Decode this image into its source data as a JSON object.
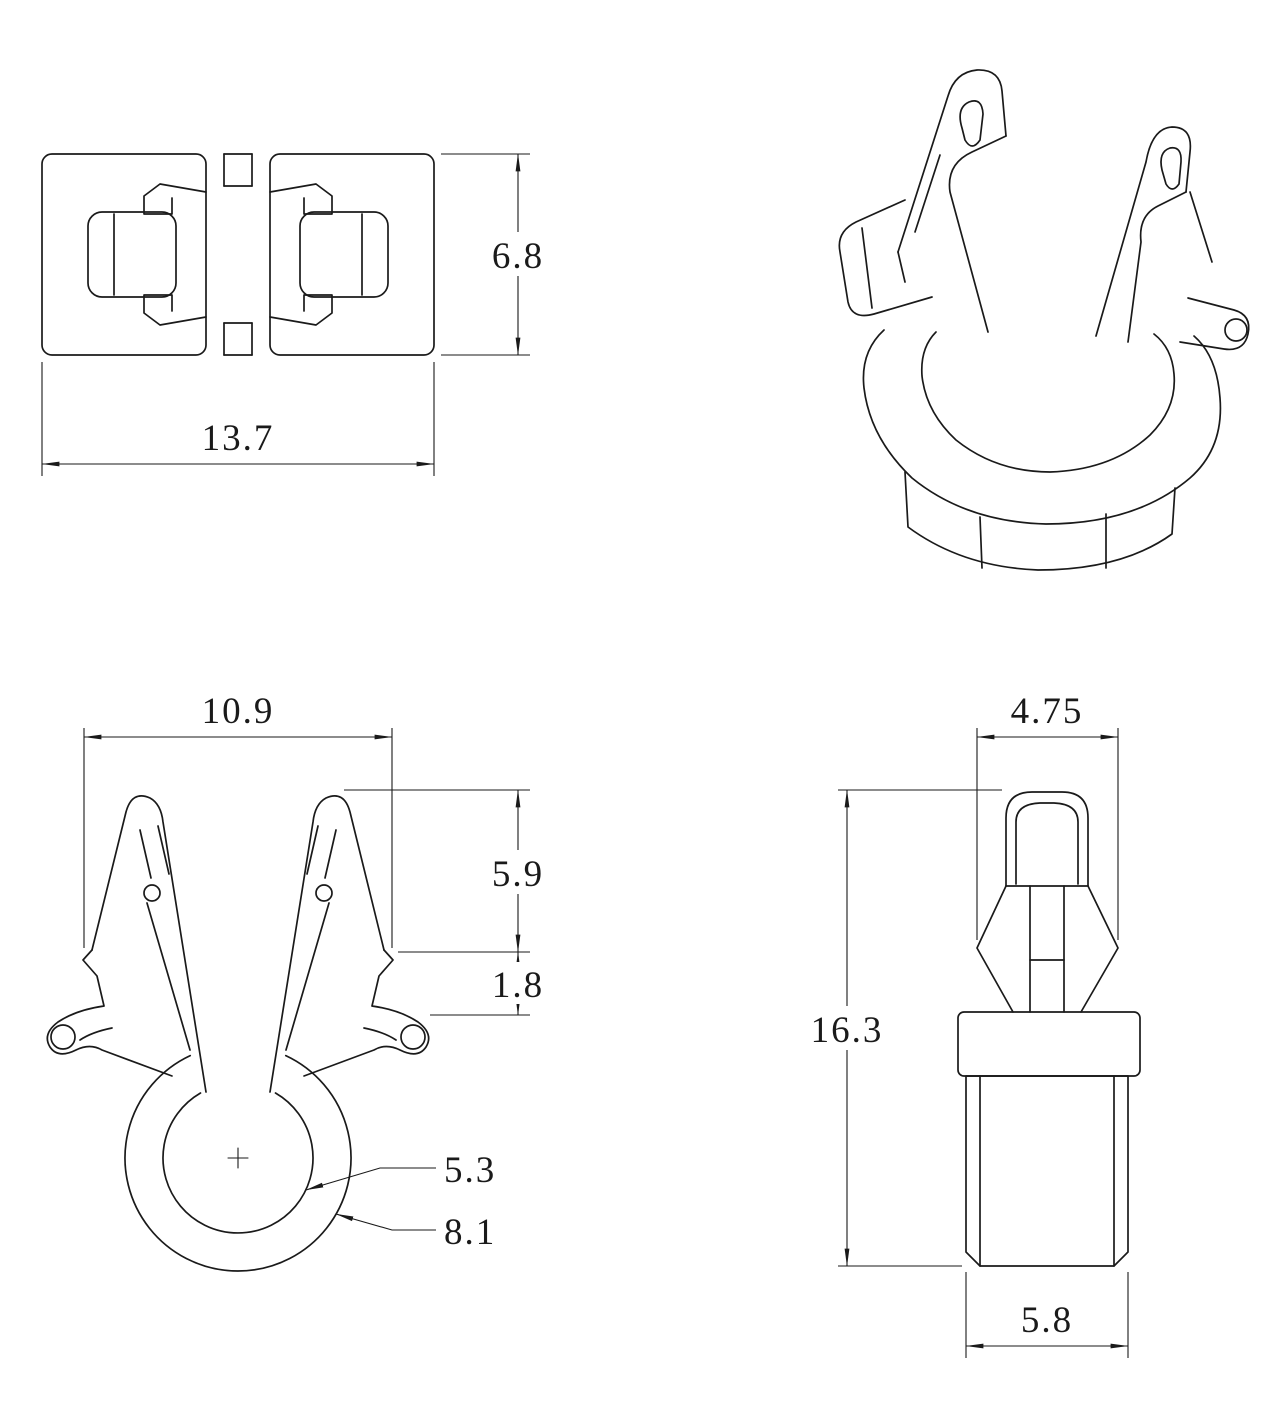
{
  "drawing": {
    "background": "#ffffff",
    "line_color": "#1a1a1a",
    "views": {
      "top": {
        "dim_width": "13.7",
        "dim_height": "6.8"
      },
      "front": {
        "dim_width": "10.9",
        "dim_prong_height": "5.9",
        "dim_barb_drop": "1.8",
        "dim_inner_diameter": "5.3",
        "dim_outer_diameter": "8.1"
      },
      "side": {
        "dim_head_width": "4.75",
        "dim_overall_height": "16.3",
        "dim_base_width": "5.8"
      }
    }
  }
}
